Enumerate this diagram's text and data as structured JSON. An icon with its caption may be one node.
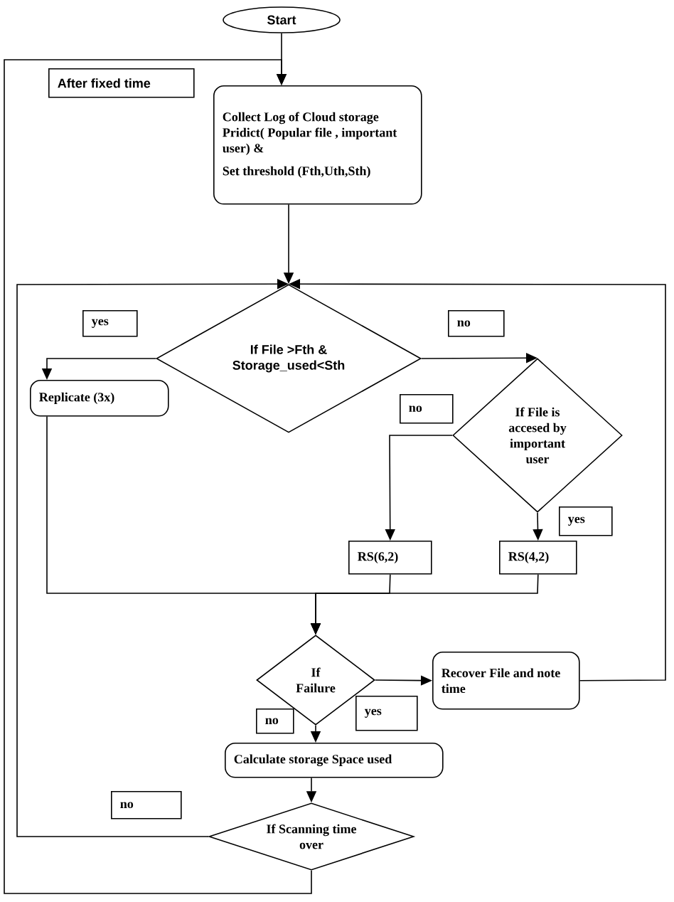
{
  "diagram": {
    "nodes": [
      {
        "text": [
          "Start"
        ]
      },
      {
        "text": [
          "After fixed time"
        ]
      },
      {
        "text": [
          "Collect Log of Cloud storage Pridict( Popular file , important user) &",
          "Set threshold (Fth,Uth,Sth)"
        ]
      },
      {
        "text": [
          "yes"
        ]
      },
      {
        "text": [
          "If File >Fth & Storage_used<Sth"
        ]
      },
      {
        "text": [
          "no"
        ]
      },
      {
        "text": [
          "Replicate (3x)"
        ]
      },
      {
        "text": [
          "no"
        ]
      },
      {
        "text": [
          "If File is accesed by important user"
        ]
      },
      {
        "text": [
          "yes"
        ]
      },
      {
        "text": [
          "RS(6,2)"
        ]
      },
      {
        "text": [
          "RS(4,2)"
        ]
      },
      {
        "text": [
          "If Failure"
        ]
      },
      {
        "text": [
          "Recover File and note time"
        ]
      },
      {
        "text": [
          "yes"
        ]
      },
      {
        "text": [
          "no"
        ]
      },
      {
        "text": [
          "Calculate storage Space used"
        ]
      },
      {
        "text": [
          "no"
        ]
      },
      {
        "text": [
          "If Scanning time over"
        ]
      }
    ],
    "edges": [
      {
        "from": 0,
        "to": 2,
        "arrow": "to"
      },
      {
        "from": 18,
        "to": 2,
        "arrow": "to"
      },
      {
        "from": 2,
        "to": 4,
        "arrow": "to"
      },
      {
        "from": 18,
        "to": 4,
        "arrow": "to"
      },
      {
        "from": 13,
        "to": 4,
        "arrow": "to"
      },
      {
        "from": 4,
        "to": 6,
        "arrow": "to"
      },
      {
        "from": 4,
        "to": 8,
        "arrow": "to"
      },
      {
        "from": 8,
        "to": 10,
        "arrow": "to"
      },
      {
        "from": 8,
        "to": 11,
        "arrow": "to"
      },
      {
        "from": 6,
        "to": 12,
        "arrow": "to"
      },
      {
        "from": 10,
        "to": 12,
        "arrow": "to"
      },
      {
        "from": 11,
        "to": 12,
        "arrow": "to"
      },
      {
        "from": 12,
        "to": 13,
        "arrow": "to"
      },
      {
        "from": 12,
        "to": 16,
        "arrow": "to"
      },
      {
        "from": 16,
        "to": 18,
        "arrow": "to"
      }
    ]
  }
}
